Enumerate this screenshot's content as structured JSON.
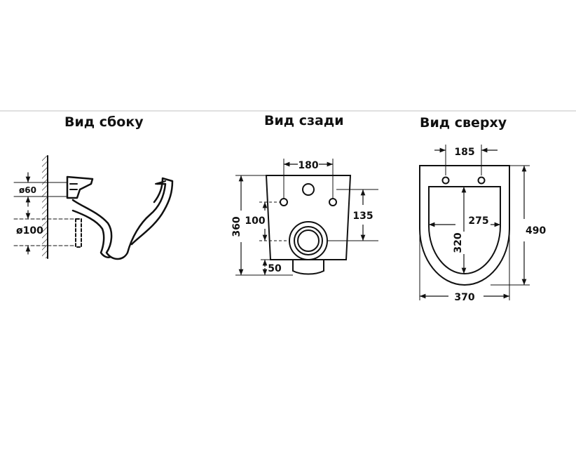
{
  "titles": {
    "side": "Вид сбоку",
    "back": "Вид сзади",
    "top": "Вид сверху"
  },
  "side_view": {
    "dim_outlet_small": "ø60",
    "dim_outlet_large": "ø100"
  },
  "back_view": {
    "dim_width": "180",
    "dim_height_total": "360",
    "dim_inner_height": "100",
    "dim_mount_height": "135",
    "dim_bottom": "50"
  },
  "top_view": {
    "dim_holes": "185",
    "dim_length": "490",
    "dim_inner_length": "320",
    "dim_inner_width": "275",
    "dim_width": "370"
  },
  "colors": {
    "line": "#111111",
    "divider": "#d6d6d6"
  }
}
